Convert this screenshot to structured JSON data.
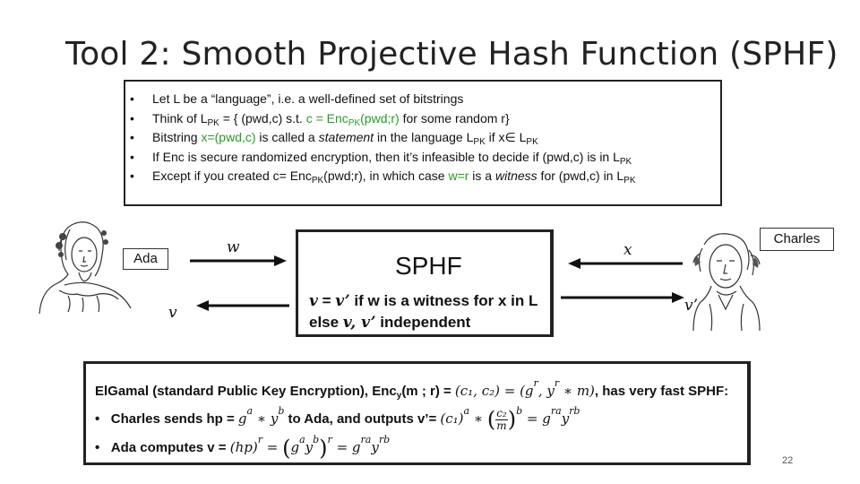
{
  "slide": {
    "title": "Tool 2:  Smooth Projective Hash Function (SPHF)",
    "page_number": "22"
  },
  "definitions": {
    "bullet_char": "•",
    "line1": "Let L be a “language”, i.e. a well-defined set of bitstrings",
    "line2_a": "Think of L",
    "line2_sub1": "PK",
    "line2_b": " = { (pwd,c) s.t.  ",
    "line2_green": "c = Enc",
    "line2_sub2": "PK",
    "line2_green2": "(pwd;r)",
    "line2_c": "  for some random r}",
    "line3_a": "Bitstring ",
    "line3_green": "x=(pwd,c)",
    "line3_b": " is called a ",
    "line3_it": "statement",
    "line3_c": " in the language L",
    "line3_sub1": "PK",
    "line3_d": " if  x∈ L",
    "line3_sub2": "PK",
    "line4_a": "If Enc is secure randomized encryption, then it’s infeasible to decide if (pwd,c) is in L",
    "line4_sub": "PK",
    "line5_a": "Except if you created c= Enc",
    "line5_sub1": "PK",
    "line5_b": "(pwd;r), in which case ",
    "line5_green": "w=r",
    "line5_c": " is a ",
    "line5_it": "witness",
    "line5_d": " for (pwd,c) in L",
    "line5_sub2": "PK"
  },
  "parties": {
    "ada": "Ada",
    "charles": "Charles"
  },
  "arrows": {
    "w": "w",
    "v": "v",
    "x": "x",
    "vprime": "v’"
  },
  "sphf": {
    "title": "SPHF",
    "l1_v": "v",
    "l1_eq": " = ",
    "l1_vp": "v’",
    "l1_rest": " if w is a witness for x in L",
    "l2_a": "else ",
    "l2_vars": "v, v’",
    "l2_b": " independent"
  },
  "elgamal": {
    "r1_a": "ElGamal (standard Public Key Encryption), Enc",
    "r1_sub": "y",
    "r1_b": "(m ; r) = ",
    "r1_math": "(c₁, c₂) = (g",
    "r1_sup_r1": "r",
    "r1_math2": ", y",
    "r1_sup_r2": "r",
    "r1_math3": " ∗ m)",
    "r1_c": ", has very fast SPHF:",
    "r2_bullet": "•",
    "r2_a": "Charles sends hp = ",
    "r2_m1": "g",
    "r2_s1": "a",
    "r2_m2": " ∗ y",
    "r2_s2": "b",
    "r2_b": " to Ada, and outputs v’= ",
    "r2_m3": "(c₁)",
    "r2_s3": "a",
    "r2_m4": " ∗ ",
    "r2_frac_num": "c₂",
    "r2_frac_den": "m",
    "r2_s4": "b",
    "r2_m5": " = g",
    "r2_s5": "ra",
    "r2_m6": "y",
    "r2_s6": "rb",
    "r3_bullet": "•",
    "r3_a": "Ada computes v = ",
    "r3_m1": "(hp)",
    "r3_s1": "r",
    "r3_m2": " = ",
    "r3_m3": "g",
    "r3_s2": "a",
    "r3_m4": "y",
    "r3_s3": "b",
    "r3_s4": "r",
    "r3_m5": " = g",
    "r3_s5": "ra",
    "r3_m6": "y",
    "r3_s6": "rb"
  }
}
